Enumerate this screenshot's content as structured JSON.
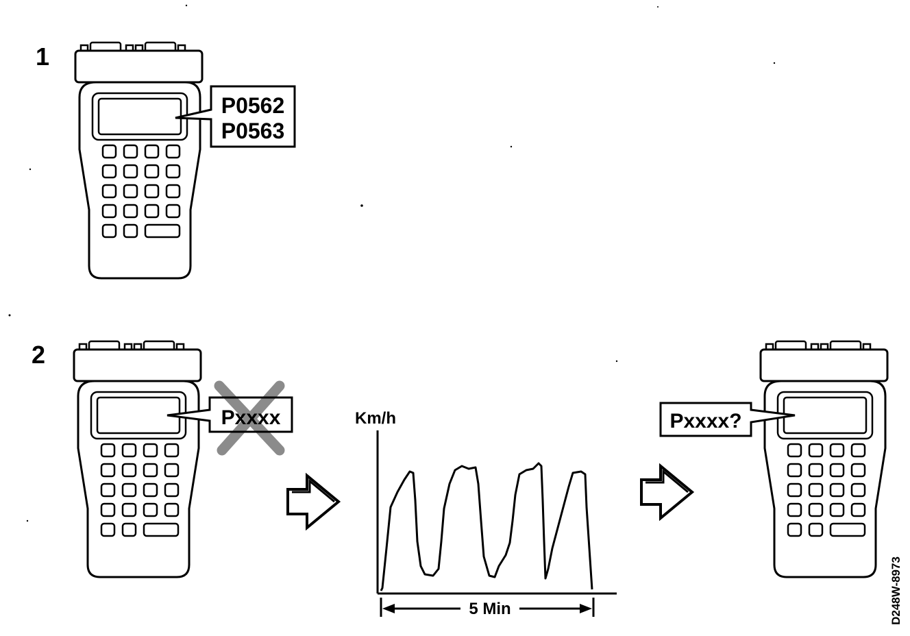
{
  "step1": {
    "number": "1",
    "codes": [
      "P0562",
      "P0563"
    ]
  },
  "step2": {
    "number": "2",
    "cleared_code": "Pxxxx",
    "graph_ylabel": "Km/h",
    "graph_duration": "5 Min",
    "result_query": "Pxxxx?"
  },
  "figure_id": "D248W-8973"
}
